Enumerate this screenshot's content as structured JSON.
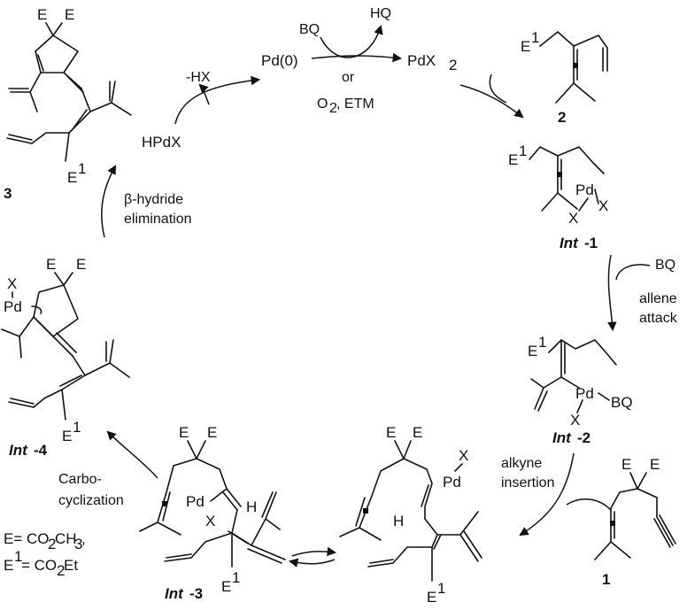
{
  "steps": {
    "bq_in": "BQ",
    "hq_out": "HQ",
    "pd0": "Pd(0)",
    "pdx2": "PdX",
    "or": "or",
    "oxidant_o": "O",
    "oxidant_etm": ", ETM",
    "minus_hx": "-HX",
    "hpdx": "HPdX",
    "beta_hydride_1": "β-hydride",
    "beta_hydride_2": "elimination",
    "bq_right": "BQ",
    "allene_1": "allene",
    "allene_2": "attack",
    "alkyne_1": "alkyne",
    "alkyne_2": "insertion",
    "carbo_1": "Carbo-",
    "carbo_2": "cyclization"
  },
  "compounds": {
    "c3": "3",
    "c2": "2",
    "c1": "1",
    "int1_a": "Int",
    "int1_b": "-1",
    "int2_a": "Int",
    "int2_b": "-2",
    "int3_a": "Int",
    "int3_b": "-3",
    "int4_a": "Int",
    "int4_b": "-4"
  },
  "atoms": {
    "E": "E",
    "E1": "E",
    "sup1": "1",
    "sub2": "2",
    "Pd": "Pd",
    "X": "X",
    "H": "H",
    "BQ": "BQ"
  },
  "legend": {
    "line1_a": "E= CO",
    "line1_sub": "2",
    "line1_b": "CH",
    "line1_sub2": "3",
    "line1_c": ",",
    "line2_a": "E",
    "line2_sup": "1",
    "line2_b": "= CO",
    "line2_sub": "2",
    "line2_c": "Et"
  }
}
